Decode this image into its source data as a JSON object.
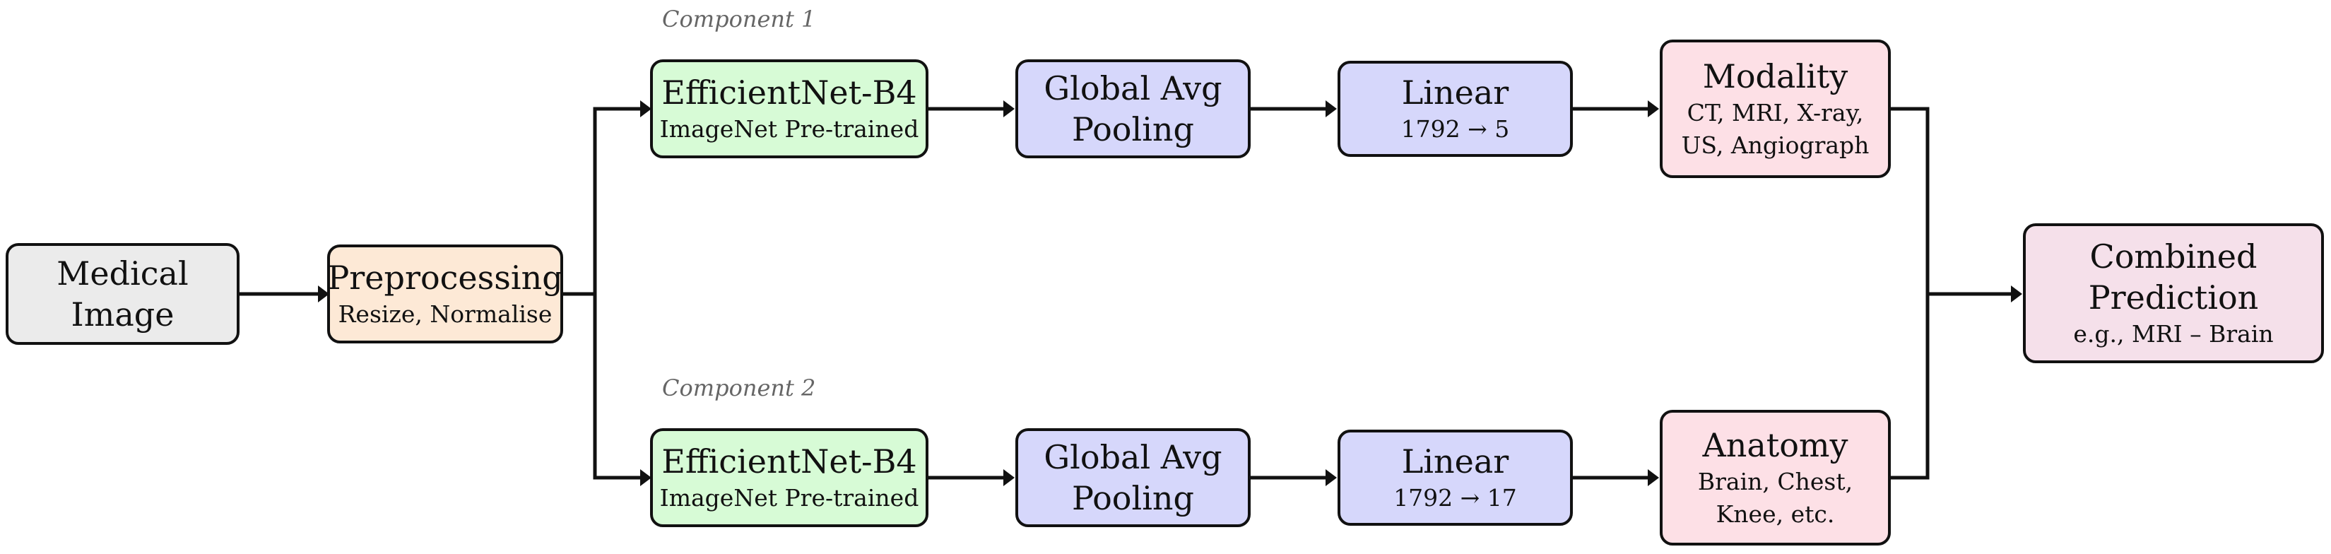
{
  "colors": {
    "gray": "#ebebeb",
    "orange": "#fde9d6",
    "green": "#d7fbd6",
    "blue": "#d6d7fb",
    "pink": "#fde0e6",
    "mauve": "#f5e0ea",
    "stroke": "#111111",
    "component_label": "#666666"
  },
  "component_labels": [
    "Component 1",
    "Component 2"
  ],
  "nodes": {
    "medical_image": {
      "title_lines": [
        "Medical",
        "Image"
      ]
    },
    "preprocessing": {
      "title": "Preprocessing",
      "sub": "Resize, Normalise"
    },
    "effnet1": {
      "title": "EfficientNet-B4",
      "sub": "ImageNet Pre-trained"
    },
    "gap1": {
      "title_lines": [
        "Global Avg",
        "Pooling"
      ]
    },
    "linear1": {
      "title": "Linear",
      "sub": "1792 → 5"
    },
    "modality": {
      "title": "Modality",
      "sub_lines": [
        "CT, MRI, X-ray,",
        "US, Angiograph"
      ]
    },
    "effnet2": {
      "title": "EfficientNet-B4",
      "sub": "ImageNet Pre-trained"
    },
    "gap2": {
      "title_lines": [
        "Global Avg",
        "Pooling"
      ]
    },
    "linear2": {
      "title": "Linear",
      "sub": "1792 → 17"
    },
    "anatomy": {
      "title": "Anatomy",
      "sub_lines": [
        "Brain, Chest,",
        "Knee, etc."
      ]
    },
    "combined": {
      "title_lines": [
        "Combined",
        "Prediction"
      ],
      "sub": "e.g., MRI – Brain"
    }
  }
}
